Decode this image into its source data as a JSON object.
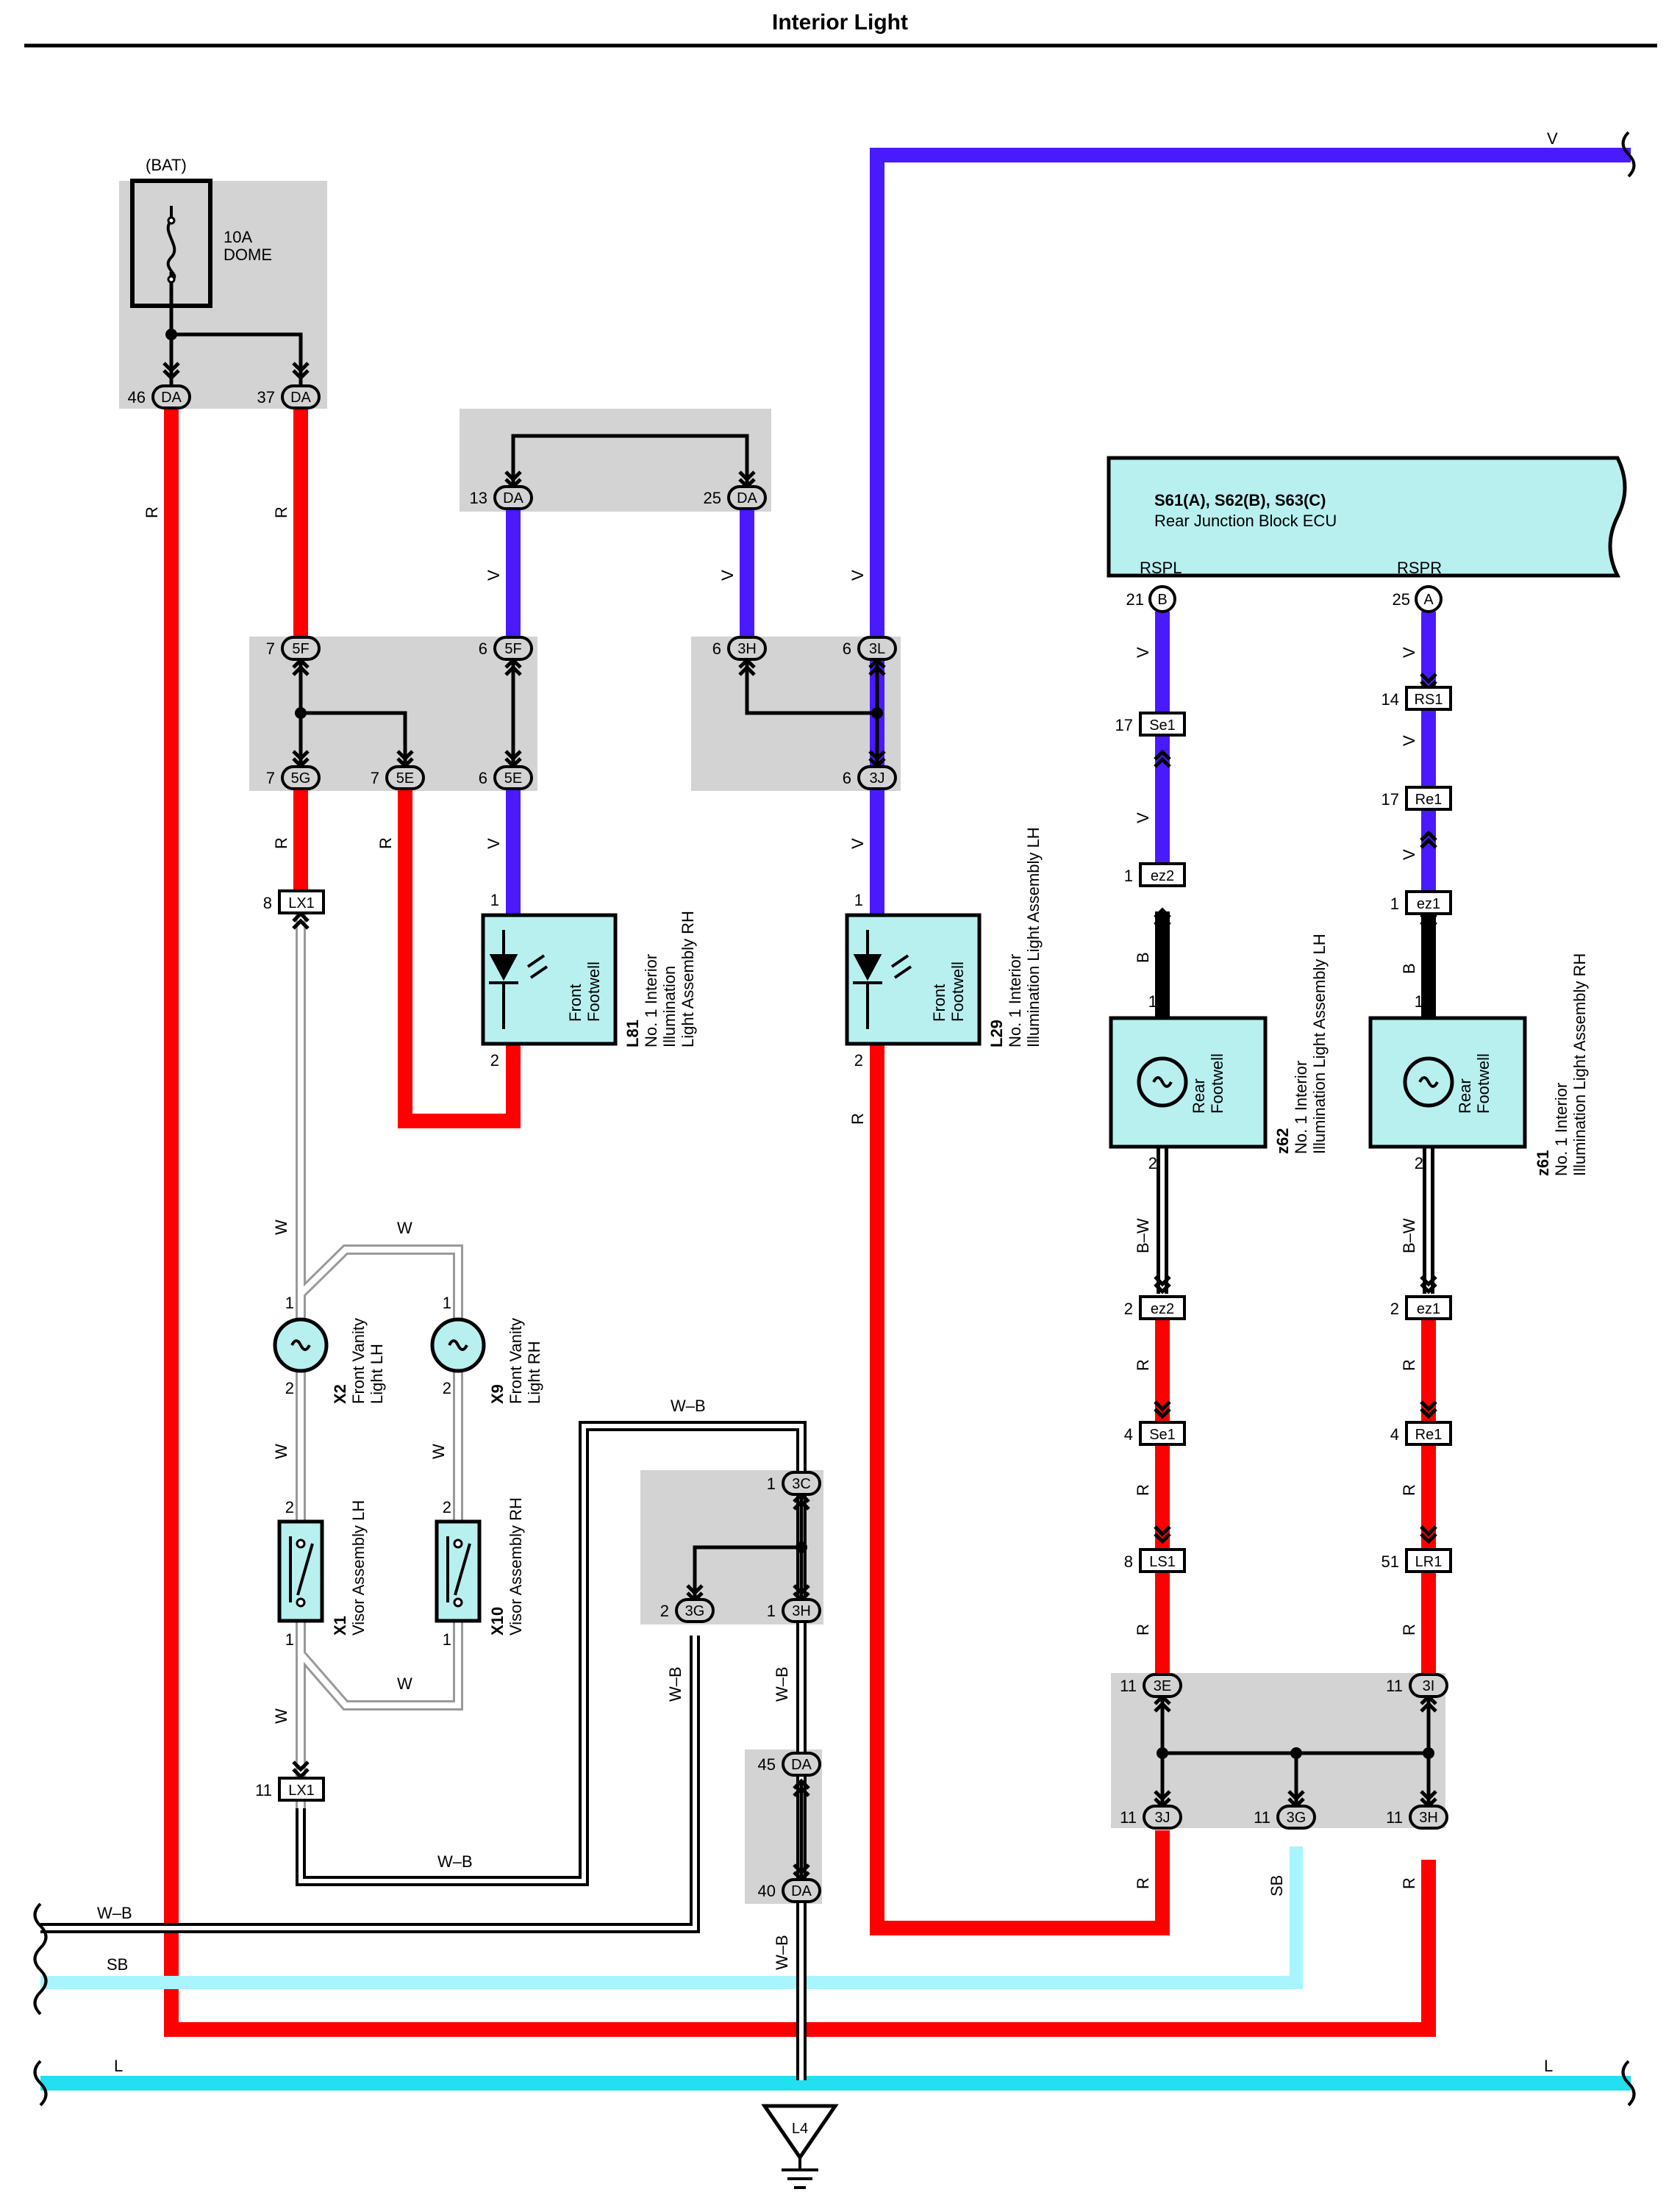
{
  "title": "Interior Light",
  "colors": {
    "R": "#ff0000",
    "V": "#4a1aff",
    "W": "#d8d8d8",
    "WB": "#000000",
    "B": "#000000",
    "SB": "#a8f4ff",
    "L": "#22e0ef",
    "junction_fill": "#d3d3d3",
    "component_fill": "#b8f0f0"
  },
  "fuse": {
    "source": "(BAT)",
    "rating": "10A",
    "name": "DOME"
  },
  "wire_labels": {
    "R": "R",
    "V": "V",
    "W": "W",
    "WB": "W–B",
    "B": "B",
    "BW": "B–W",
    "SB": "SB",
    "L": "L"
  },
  "ecu": {
    "code": "S61(A), S62(B), S63(C)",
    "name": "Rear Junction Block ECU",
    "rspl": "RSPL",
    "rspr": "RSPR"
  },
  "connectors": {
    "da": "DA",
    "f5": "5F",
    "g5": "5G",
    "e5": "5E",
    "h3": "3H",
    "l3": "3L",
    "j3": "3J",
    "c3": "3C",
    "g3": "3G",
    "e3": "3E",
    "i3": "3I",
    "b": "B",
    "a": "A",
    "lx1": "LX1",
    "se1": "Se1",
    "rs1": "RS1",
    "re1": "Re1",
    "ez2": "ez2",
    "ez1": "ez1",
    "ls1": "LS1",
    "lr1": "LR1",
    "ground": "L4"
  },
  "pins": {
    "p1": "1",
    "p2": "2",
    "p4": "4",
    "p6": "6",
    "p7": "7",
    "p8": "8",
    "p11": "11",
    "p13": "13",
    "p14": "14",
    "p17": "17",
    "p21": "21",
    "p25": "25",
    "p37": "37",
    "p40": "40",
    "p45": "45",
    "p46": "46",
    "p51": "51"
  },
  "components": {
    "l81": {
      "code": "L81",
      "name1": "No. 1 Interior",
      "name2": "Illumination",
      "name3": "Light Assembly RH",
      "label1": "Front",
      "label2": "Footwell"
    },
    "l29": {
      "code": "L29",
      "name1": "No. 1 Interior",
      "name2": "Illumination Light Assembly LH",
      "label1": "Front",
      "label2": "Footwell"
    },
    "z62": {
      "code": "z62",
      "name1": "No. 1 Interior",
      "name2": "Illumination Light Assembly LH",
      "label1": "Rear",
      "label2": "Footwell"
    },
    "z61": {
      "code": "z61",
      "name1": "No. 1 Interior",
      "name2": "Illumination Light Assembly RH",
      "label1": "Rear",
      "label2": "Footwell"
    },
    "x2": {
      "code": "X2",
      "name1": "Front Vanity",
      "name2": "Light LH"
    },
    "x9": {
      "code": "X9",
      "name1": "Front Vanity",
      "name2": "Light RH"
    },
    "x1": {
      "code": "X1",
      "name1": "Visor Assembly LH"
    },
    "x10": {
      "code": "X10",
      "name1": "Visor Assembly RH"
    }
  }
}
